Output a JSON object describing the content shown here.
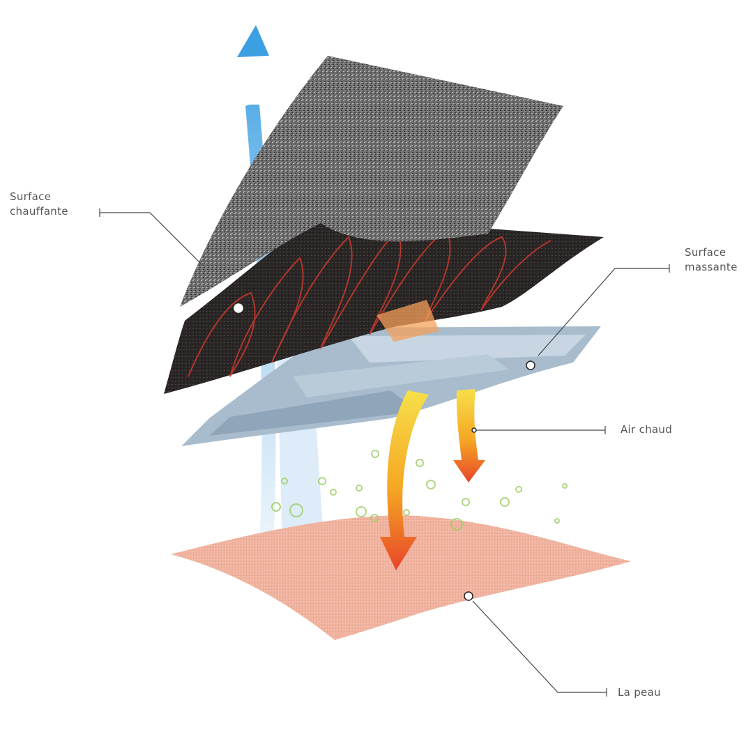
{
  "diagram": {
    "labels": {
      "heating_surface": {
        "line1": "Surface",
        "line2": "chauffante"
      },
      "massage_surface": {
        "line1": "Surface",
        "line2": "massante"
      },
      "warm_air": "Air chaud",
      "skin": "La peau"
    },
    "colors": {
      "cool_air_arrow": "#4aa3e0",
      "warm_arrow_top": "#f7d23a",
      "warm_arrow_bottom": "#e8452a",
      "heating_wire": "#c0392b",
      "skin": "#f1b8a4",
      "fabric": "#777777",
      "massage_layer": "#9fb4c6",
      "bubbles": "#9ccc65"
    }
  }
}
